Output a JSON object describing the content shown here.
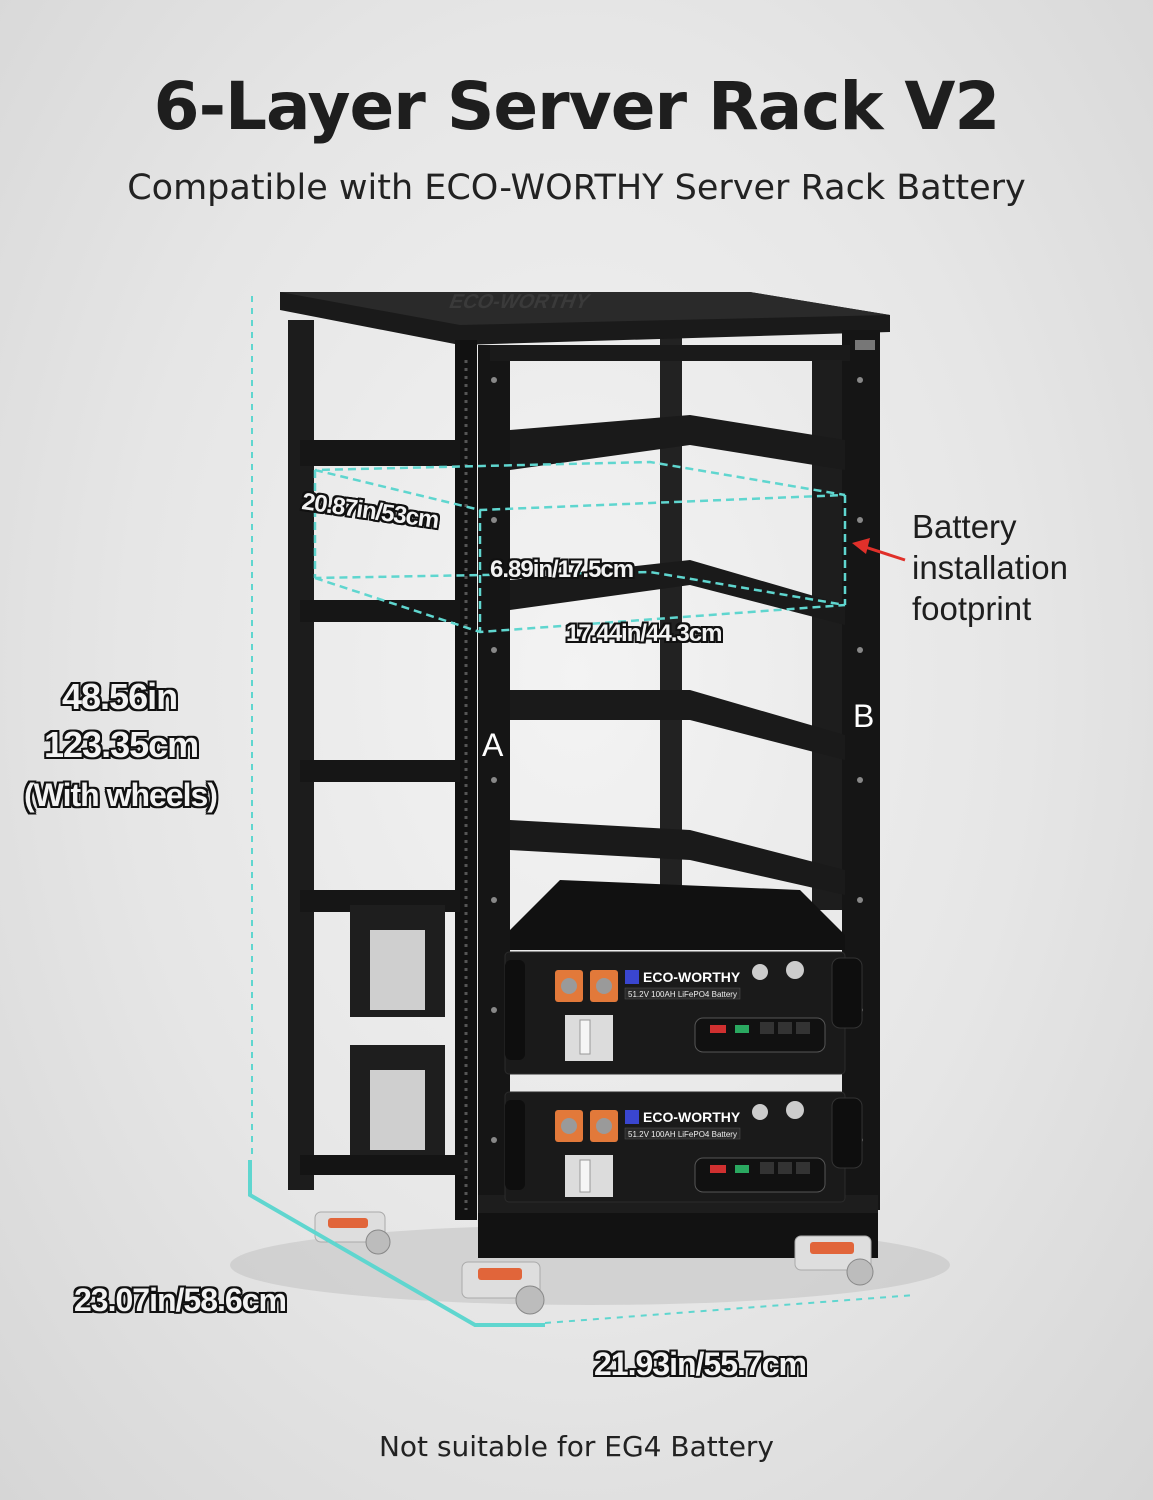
{
  "header": {
    "title": "6-Layer Server Rack V2",
    "subtitle": "Compatible with ECO-WORTHY Server Rack Battery"
  },
  "dimensions": {
    "depth_top": "20.87in/53cm",
    "height_slot": "6.89in/17.5cm",
    "width_slot": "17.44in/44.3cm",
    "height_total_in": "48.56in",
    "height_total_cm": "123.35cm",
    "height_note": "(With wheels)",
    "depth_base": "23.07in/58.6cm",
    "width_base": "21.93in/55.7cm"
  },
  "callout": {
    "line1": "Battery",
    "line2": "installation",
    "line3": "footprint"
  },
  "rack": {
    "top_brand": "ECO-WORTHY",
    "side_a": "A",
    "side_b": "B"
  },
  "batteries": [
    {
      "brand": "ECO-WORTHY",
      "model": "51.2V 100AH LiFePO4 Battery"
    },
    {
      "brand": "ECO-WORTHY",
      "model": "51.2V 100AH LiFePO4 Battery"
    }
  ],
  "footer": {
    "note": "Not suitable for EG4 Battery"
  },
  "colors": {
    "accent_dim": "#5fd6cf",
    "callout_arrow": "#e0302a",
    "rack": "#141414"
  }
}
